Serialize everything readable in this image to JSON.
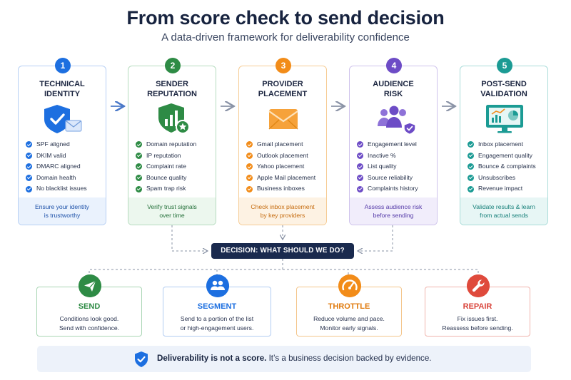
{
  "title": "From score check to send decision",
  "subtitle": "A data-driven framework for deliverability confidence",
  "steps": [
    {
      "num": "1",
      "title_line1": "TECHNICAL",
      "title_line2": "IDENTITY",
      "icon": "shield-mail-icon",
      "items": [
        "SPF aligned",
        "DKIM valid",
        "DMARC aligned",
        "Domain health",
        "No blacklist issues"
      ],
      "foot_line1": "Ensure your identity",
      "foot_line2": "is trustworthy"
    },
    {
      "num": "2",
      "title_line1": "SENDER",
      "title_line2": "REPUTATION",
      "icon": "shield-chart-star-icon",
      "items": [
        "Domain reputation",
        "IP reputation",
        "Complaint rate",
        "Bounce quality",
        "Spam trap risk"
      ],
      "foot_line1": "Verify trust signals",
      "foot_line2": "over time"
    },
    {
      "num": "3",
      "title_line1": "PROVIDER",
      "title_line2": "PLACEMENT",
      "icon": "envelope-icon",
      "items": [
        "Gmail placement",
        "Outlook placement",
        "Yahoo placement",
        "Apple Mail placement",
        "Business inboxes"
      ],
      "foot_line1": "Check inbox placement",
      "foot_line2": "by key providers"
    },
    {
      "num": "4",
      "title_line1": "AUDIENCE",
      "title_line2": "RISK",
      "icon": "users-shield-icon",
      "items": [
        "Engagement level",
        "Inactive %",
        "List quality",
        "Source reliability",
        "Complaints history"
      ],
      "foot_line1": "Assess audience risk",
      "foot_line2": "before sending"
    },
    {
      "num": "5",
      "title_line1": "POST-SEND",
      "title_line2": "VALIDATION",
      "icon": "monitor-chart-icon",
      "items": [
        "Inbox placement",
        "Engagement quality",
        "Bounce & complaints",
        "Unsubscribes",
        "Revenue impact"
      ],
      "foot_line1": "Validate results & learn",
      "foot_line2": "from actual sends"
    }
  ],
  "decision": "DECISION: WHAT SHOULD WE DO?",
  "options": [
    {
      "name": "SEND",
      "icon": "paper-plane-icon",
      "desc_line1": "Conditions look good.",
      "desc_line2": "Send with confidence."
    },
    {
      "name": "SEGMENT",
      "icon": "users-icon",
      "desc_line1": "Send to a portion of the list",
      "desc_line2": "or high-engagement users."
    },
    {
      "name": "THROTTLE",
      "icon": "gauge-icon",
      "desc_line1": "Reduce volume and pace.",
      "desc_line2": "Monitor early signals."
    },
    {
      "name": "REPAIR",
      "icon": "wrench-icon",
      "desc_line1": "Fix issues first.",
      "desc_line2": "Reassess before sending."
    }
  ],
  "banner": {
    "strong": "Deliverability is not a score.",
    "rest": " It’s a business decision backed by evidence."
  },
  "colors": {
    "step1": "#1d6fe0",
    "step2": "#2e8b45",
    "step3": "#f28c19",
    "step4": "#6d4cc6",
    "step5": "#1b9b94",
    "decision": "#1a2a4e",
    "repair": "#df4a3c"
  }
}
